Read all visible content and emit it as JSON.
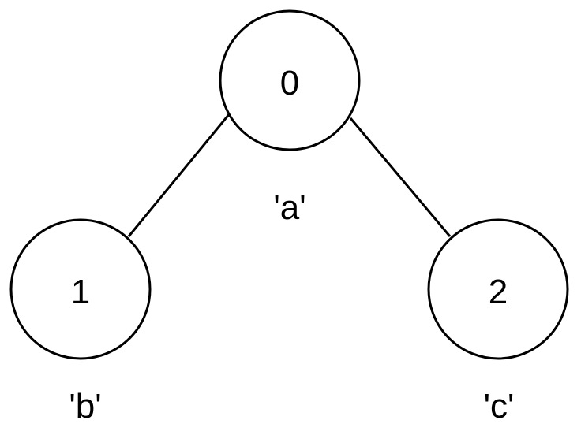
{
  "diagram": {
    "type": "tree",
    "nodes": [
      {
        "id": "0",
        "label": "0",
        "char": "'a'"
      },
      {
        "id": "1",
        "label": "1",
        "char": "'b'"
      },
      {
        "id": "2",
        "label": "2",
        "char": "'c'"
      }
    ],
    "edges": [
      {
        "from": "0",
        "to": "1"
      },
      {
        "from": "0",
        "to": "2"
      }
    ],
    "colors": {
      "stroke": "#000000",
      "fill": "#ffffff",
      "text": "#000000"
    }
  }
}
